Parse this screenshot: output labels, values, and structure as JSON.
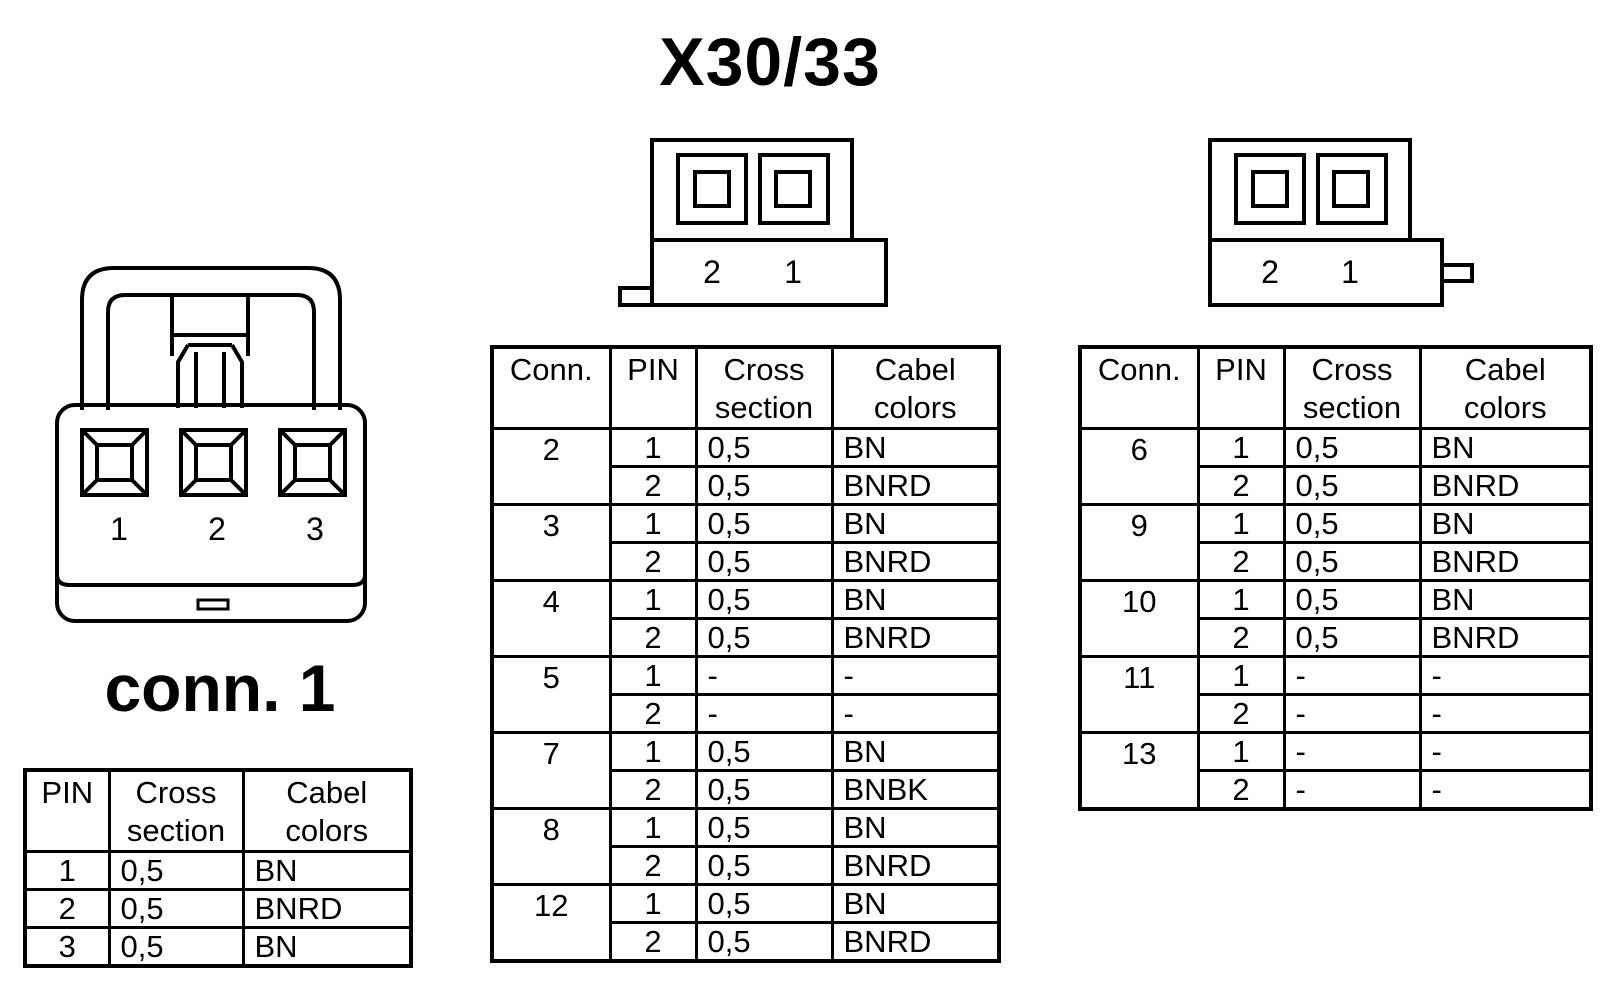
{
  "title": "X30/33",
  "conn1": {
    "title": "conn. 1",
    "pin_labels": [
      "1",
      "2",
      "3"
    ],
    "headers": [
      "PIN",
      "Cross section",
      "Cabel colors"
    ],
    "rows": [
      {
        "pin": "1",
        "cross": "0,5",
        "color": "BN"
      },
      {
        "pin": "2",
        "cross": "0,5",
        "color": "BNRD"
      },
      {
        "pin": "3",
        "cross": "0,5",
        "color": "BN"
      }
    ]
  },
  "connector_mid": {
    "pin_labels": [
      "2",
      "1"
    ]
  },
  "connector_right": {
    "pin_labels": [
      "2",
      "1"
    ]
  },
  "table_mid": {
    "headers": [
      "Conn.",
      "PIN",
      "Cross section",
      "Cabel colors"
    ],
    "groups": [
      {
        "conn": "2",
        "rows": [
          {
            "pin": "1",
            "cross": "0,5",
            "color": "BN"
          },
          {
            "pin": "2",
            "cross": "0,5",
            "color": "BNRD"
          }
        ]
      },
      {
        "conn": "3",
        "rows": [
          {
            "pin": "1",
            "cross": "0,5",
            "color": "BN"
          },
          {
            "pin": "2",
            "cross": "0,5",
            "color": "BNRD"
          }
        ]
      },
      {
        "conn": "4",
        "rows": [
          {
            "pin": "1",
            "cross": "0,5",
            "color": "BN"
          },
          {
            "pin": "2",
            "cross": "0,5",
            "color": "BNRD"
          }
        ]
      },
      {
        "conn": "5",
        "rows": [
          {
            "pin": "1",
            "cross": "-",
            "color": "-"
          },
          {
            "pin": "2",
            "cross": "-",
            "color": "-"
          }
        ]
      },
      {
        "conn": "7",
        "rows": [
          {
            "pin": "1",
            "cross": "0,5",
            "color": "BN"
          },
          {
            "pin": "2",
            "cross": "0,5",
            "color": "BNBK"
          }
        ]
      },
      {
        "conn": "8",
        "rows": [
          {
            "pin": "1",
            "cross": "0,5",
            "color": "BN"
          },
          {
            "pin": "2",
            "cross": "0,5",
            "color": "BNRD"
          }
        ]
      },
      {
        "conn": "12",
        "rows": [
          {
            "pin": "1",
            "cross": "0,5",
            "color": "BN"
          },
          {
            "pin": "2",
            "cross": "0,5",
            "color": "BNRD"
          }
        ]
      }
    ]
  },
  "table_right": {
    "headers": [
      "Conn.",
      "PIN",
      "Cross section",
      "Cabel colors"
    ],
    "groups": [
      {
        "conn": "6",
        "rows": [
          {
            "pin": "1",
            "cross": "0,5",
            "color": "BN"
          },
          {
            "pin": "2",
            "cross": "0,5",
            "color": "BNRD"
          }
        ]
      },
      {
        "conn": "9",
        "rows": [
          {
            "pin": "1",
            "cross": "0,5",
            "color": "BN"
          },
          {
            "pin": "2",
            "cross": "0,5",
            "color": "BNRD"
          }
        ]
      },
      {
        "conn": "10",
        "rows": [
          {
            "pin": "1",
            "cross": "0,5",
            "color": "BN"
          },
          {
            "pin": "2",
            "cross": "0,5",
            "color": "BNRD"
          }
        ]
      },
      {
        "conn": "11",
        "rows": [
          {
            "pin": "1",
            "cross": "-",
            "color": "-"
          },
          {
            "pin": "2",
            "cross": "-",
            "color": "-"
          }
        ]
      },
      {
        "conn": "13",
        "rows": [
          {
            "pin": "1",
            "cross": "-",
            "color": "-"
          },
          {
            "pin": "2",
            "cross": "-",
            "color": "-"
          }
        ]
      }
    ]
  }
}
